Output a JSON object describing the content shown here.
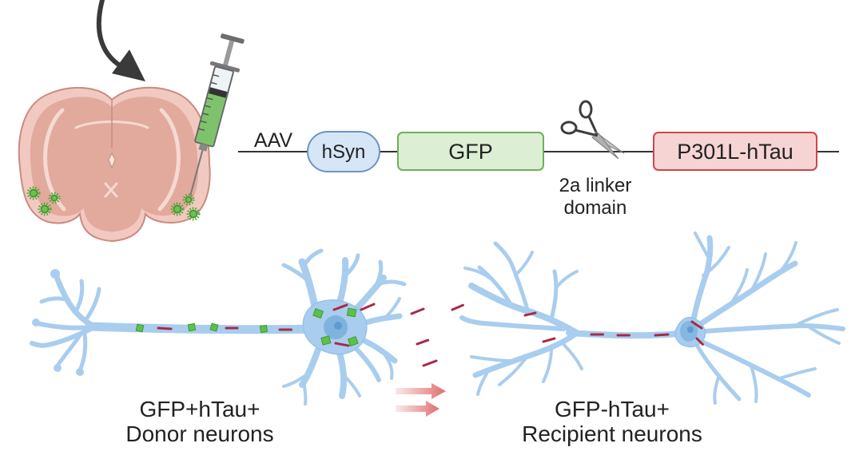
{
  "construct": {
    "vector_label": "AAV",
    "promoter": "hSyn",
    "reporter": "GFP",
    "linker_line1": "2a linker",
    "linker_line2": "domain",
    "payload": "P301L-hTau"
  },
  "donor": {
    "line1": "GFP+hTau+",
    "line2": "Donor neurons"
  },
  "recipient": {
    "line1": "GFP-hTau+",
    "line2": "Recipient neurons"
  },
  "colors": {
    "promoter_fill": "#d6e6f7",
    "promoter_stroke": "#6c93c5",
    "reporter_fill": "#dcefd4",
    "reporter_stroke": "#6db05a",
    "payload_fill": "#f7d4d4",
    "payload_stroke": "#d0454a",
    "neuron": "#a9cdee",
    "gfp": "#5cc14a",
    "tau": "#a62a48",
    "brain": "#e6aca1",
    "transfer_arrow": "#e07070"
  },
  "icons": {
    "arrow": "curved-arrow-icon",
    "brain": "brain-section-icon",
    "syringe": "syringe-icon",
    "scissors": "scissors-icon"
  }
}
